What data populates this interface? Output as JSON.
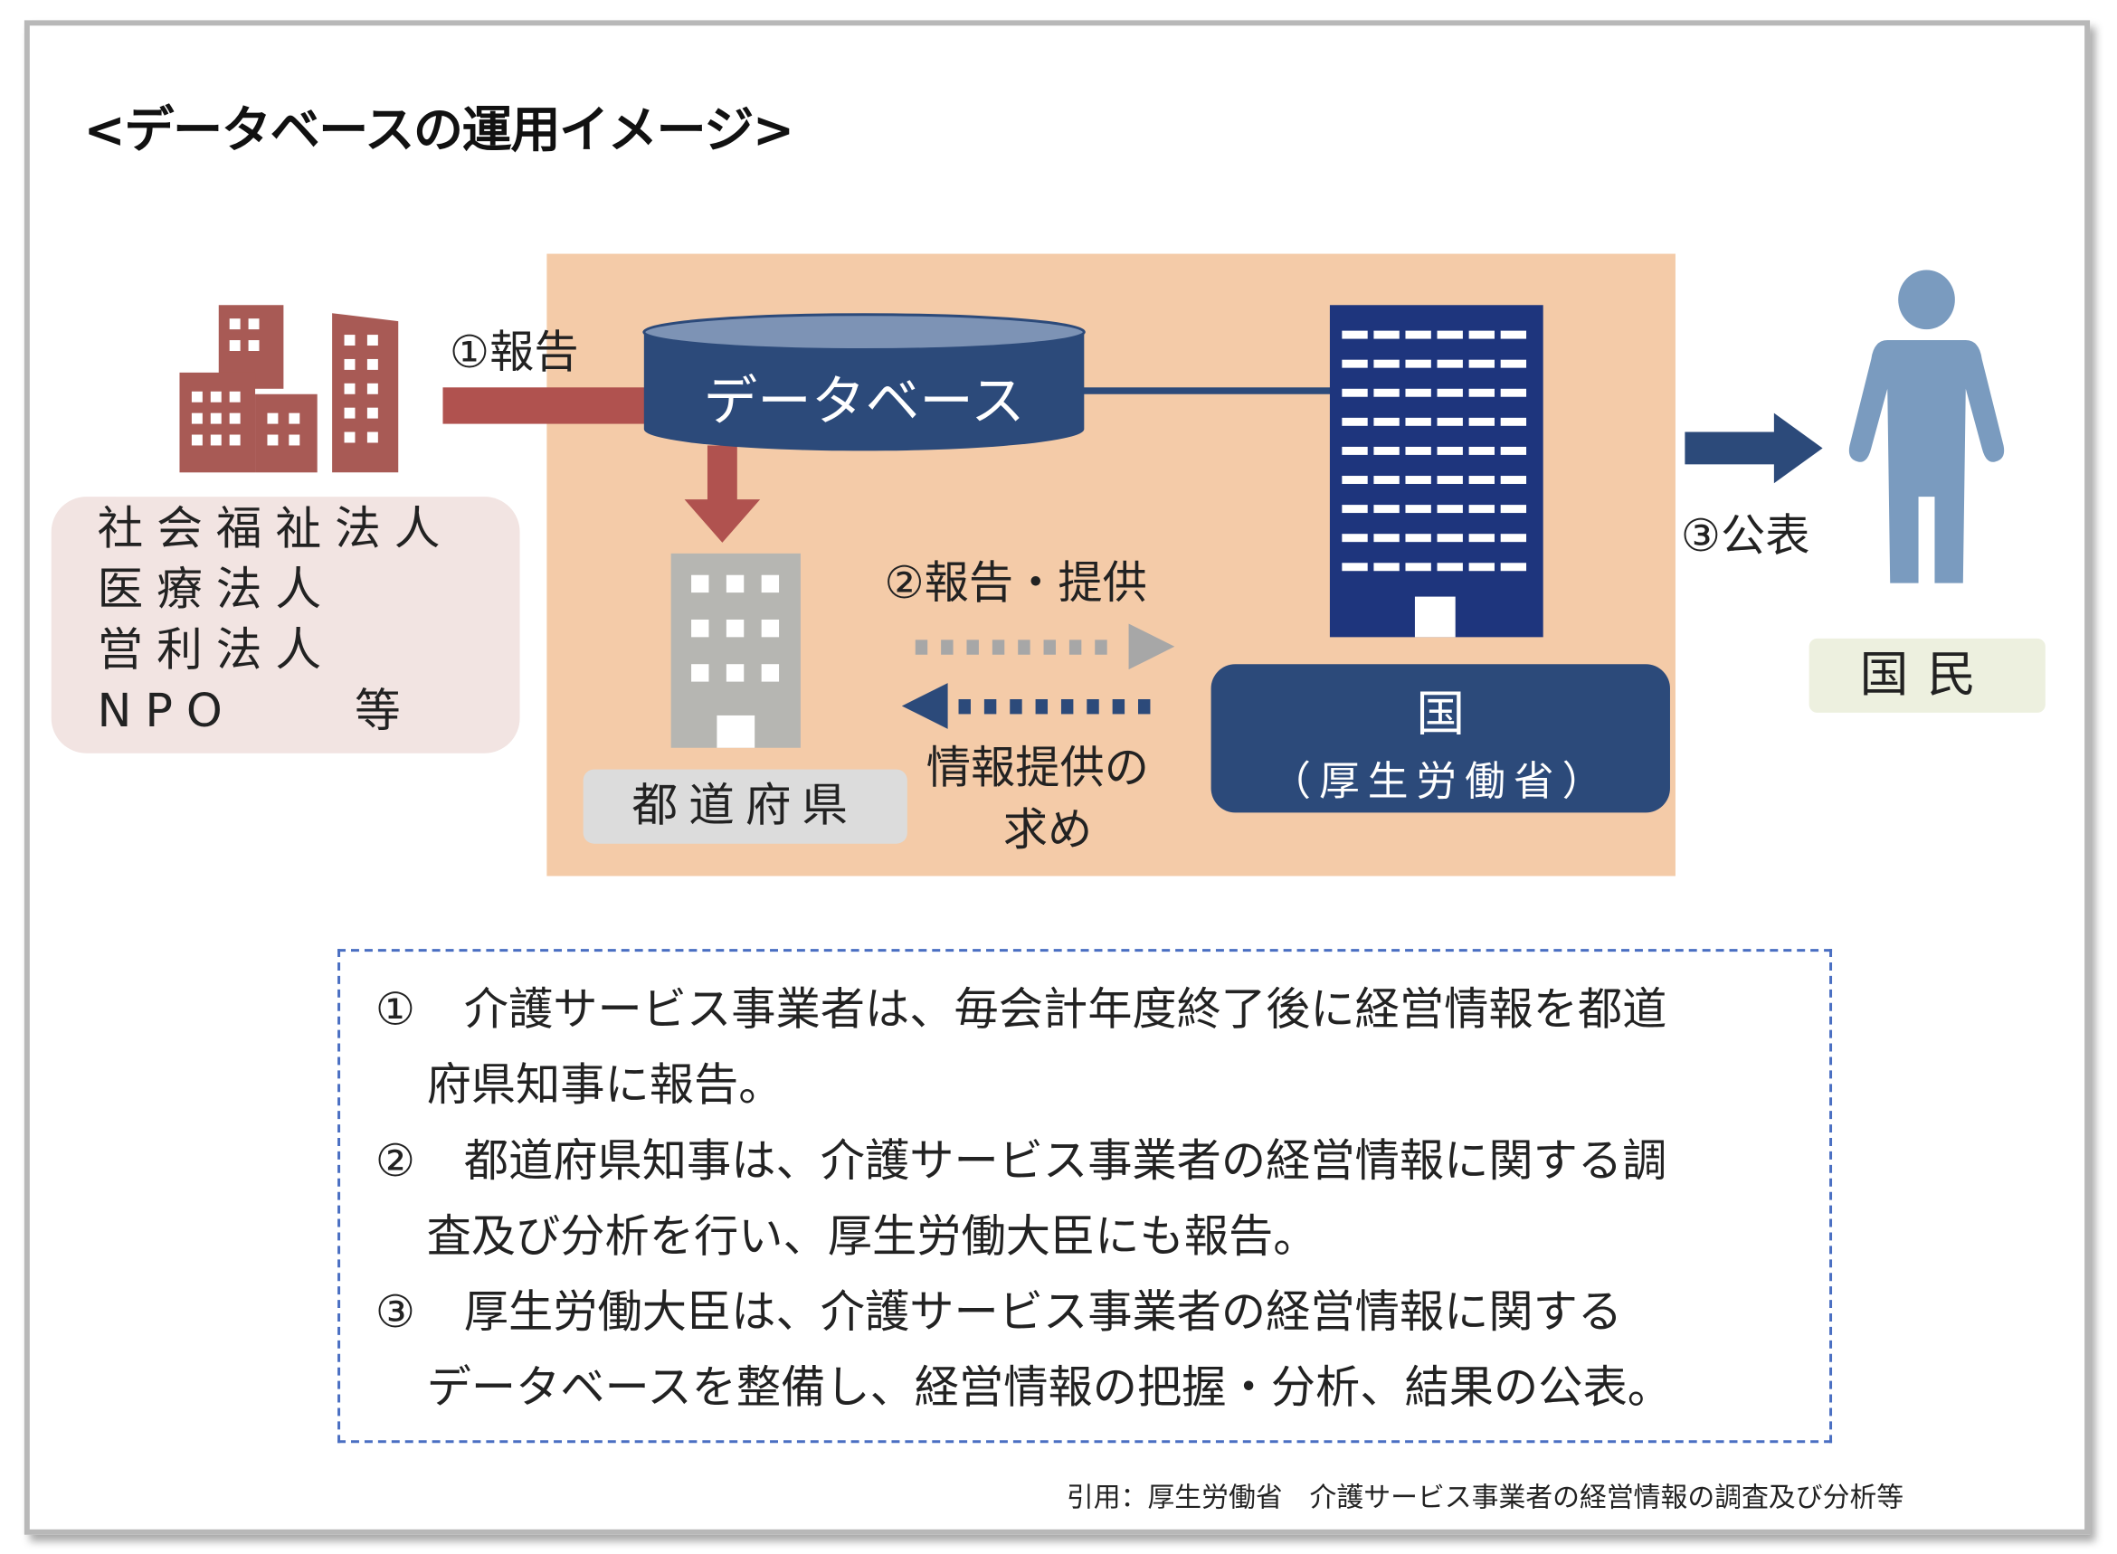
{
  "title": "<データベースの運用イメージ>",
  "providers": {
    "lines": [
      "社会福祉法人",
      "医療法人",
      "営利法人",
      "NPO　　等"
    ]
  },
  "step1_label": "①報告",
  "database_label": "データベース",
  "prefecture_label": "都道府県",
  "step2_label": "②報告・提供",
  "request_label": [
    "情報提供の",
    "求め"
  ],
  "national": {
    "title": "国",
    "subtitle": "（厚生労働省）"
  },
  "step3_label": "③公表",
  "citizens_label": "国民",
  "notes": [
    {
      "num": "①",
      "lines": [
        "介護サービス事業者は、毎会計年度終了後に経営情報を都道",
        "府県知事に報告。"
      ]
    },
    {
      "num": "②",
      "lines": [
        "都道府県知事は、介護サービス事業者の経営情報に関する調",
        "査及び分析を行い、厚生労働大臣にも報告。"
      ]
    },
    {
      "num": "③",
      "lines": [
        "厚生労働大臣は、介護サービス事業者の経営情報に関する",
        "データベースを整備し、経営情報の把握・分析、結果の公表。"
      ]
    }
  ],
  "citation": "引用：厚生労働省　介護サービス事業者の経営情報の調査及び分析等",
  "colors": {
    "peach": "#f4cba8",
    "navy": "#2c4a7a",
    "red": "#b0524f",
    "person": "#7a9bbf"
  }
}
